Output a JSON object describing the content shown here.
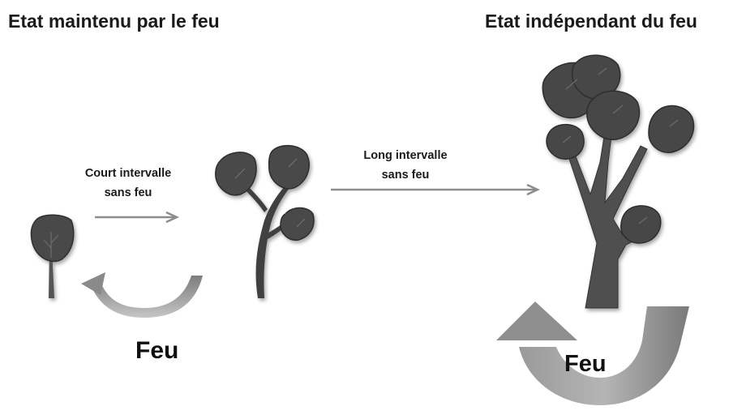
{
  "states": {
    "fire_maintained_title": "Etat maintenu par le feu",
    "fire_independent_title": "Etat indépendant du feu"
  },
  "transitions": {
    "short_interval_line1": "Court intervalle",
    "short_interval_line2": "sans feu",
    "long_interval_line1": "Long intervalle",
    "long_interval_line2": "sans feu"
  },
  "fire": {
    "left_label": "Feu",
    "right_label": "Feu"
  },
  "colors": {
    "arrow_gray": "#8c8c8c",
    "leaf_dark": "#4a4a4a",
    "trunk_dark": "#4f4f4f",
    "text": "#1a1a1a"
  }
}
